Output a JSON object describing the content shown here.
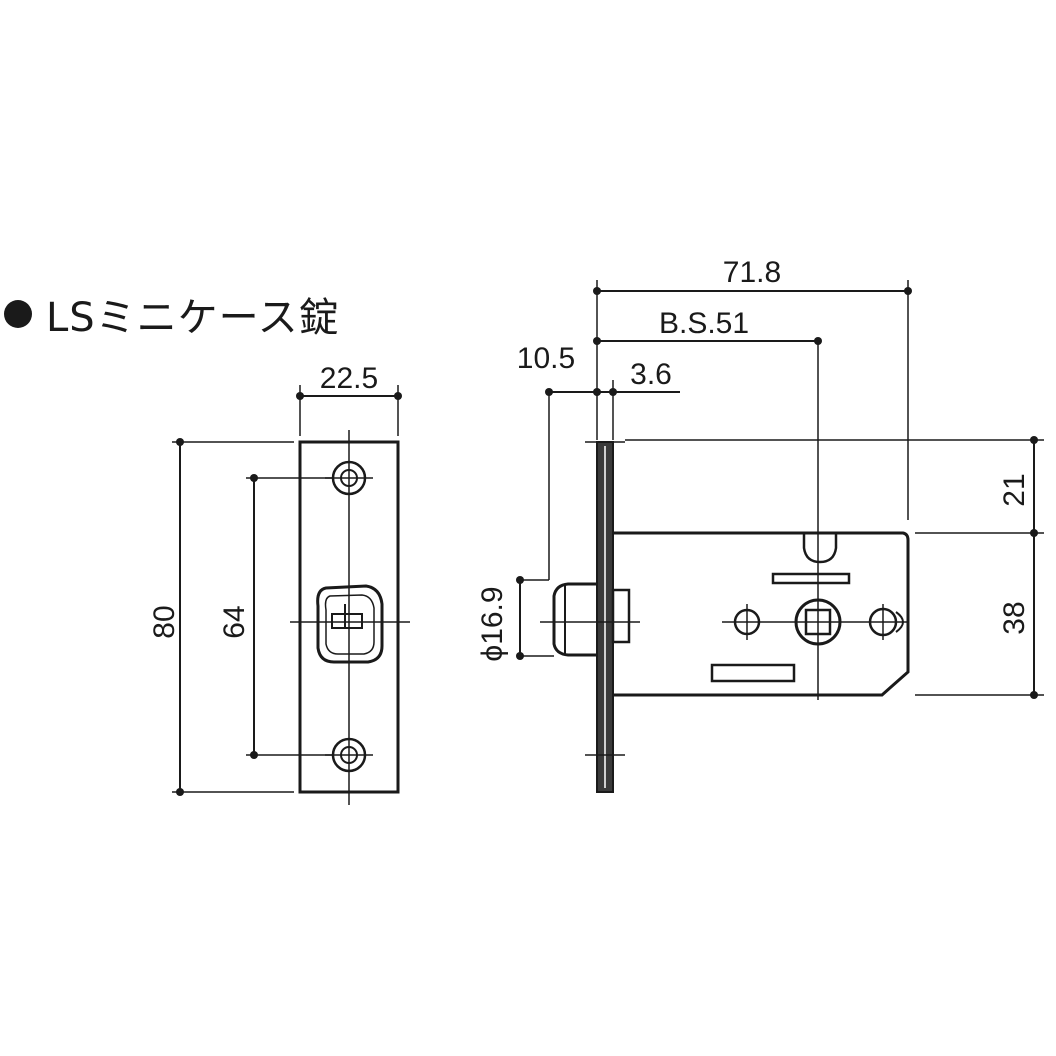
{
  "title": "LSミニケース錠",
  "dimensions": {
    "width_22_5": "22.5",
    "height_80": "80",
    "pitch_64": "64",
    "overall_71_8": "71.8",
    "backset": "B.S.51",
    "offset_10_5": "10.5",
    "plate_3_6": "3.6",
    "latch_dia": "ϕ16.9",
    "top_21": "21",
    "body_38": "38"
  }
}
